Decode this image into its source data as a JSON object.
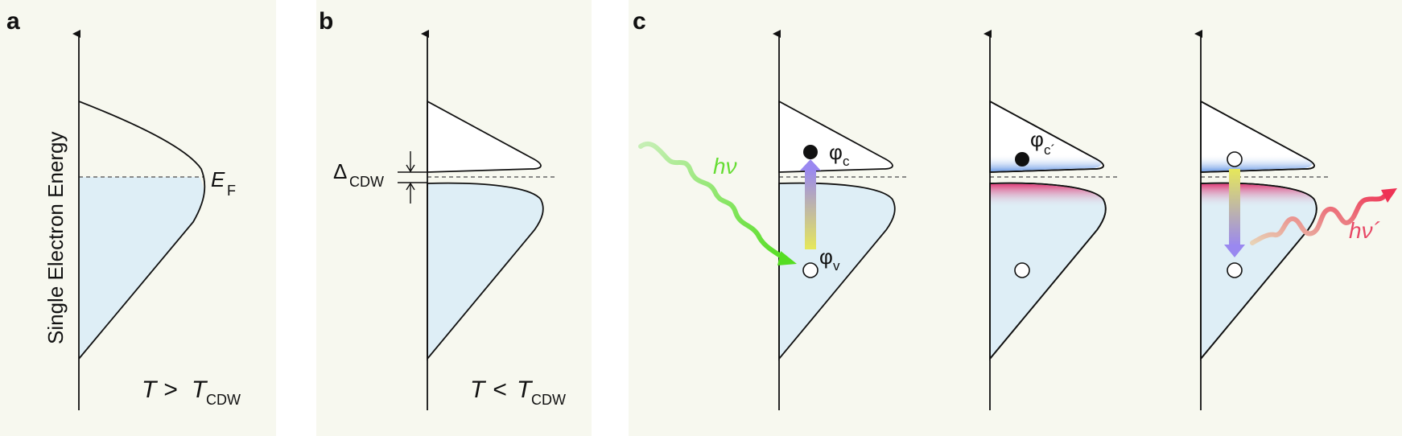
{
  "panels": {
    "a": {
      "letter": "a",
      "ylabel": "Single Electron Energy",
      "fermi_label": "E",
      "fermi_sub": "F",
      "condition_T": "T",
      "condition_op": " > ",
      "condition_T2": "T",
      "condition_sub": "CDW"
    },
    "b": {
      "letter": "b",
      "gap_label": "Δ",
      "gap_sub": "CDW",
      "condition_T": "T",
      "condition_op": " < ",
      "condition_T2": "T",
      "condition_sub": "CDW"
    },
    "c": {
      "letter": "c",
      "photon_in": "hν",
      "photon_out": "hν´",
      "phi_c": "φ",
      "phi_c_sub": "c",
      "phi_v": "φ",
      "phi_v_sub": "v",
      "phi_c2": "φ",
      "phi_c2_sub": "c´"
    }
  },
  "colors": {
    "panel_bg": "#f7f8ef",
    "valence_fill": "#deeef6",
    "conduction_fill": "#ffffff",
    "blue_band": "#7fa8e8",
    "pink_band": "#e0407a",
    "green_photon": "#66dd33",
    "red_photon": "#e84866",
    "arrow_violet": "#9a8ee8",
    "arrow_yellow": "#dde35a"
  }
}
